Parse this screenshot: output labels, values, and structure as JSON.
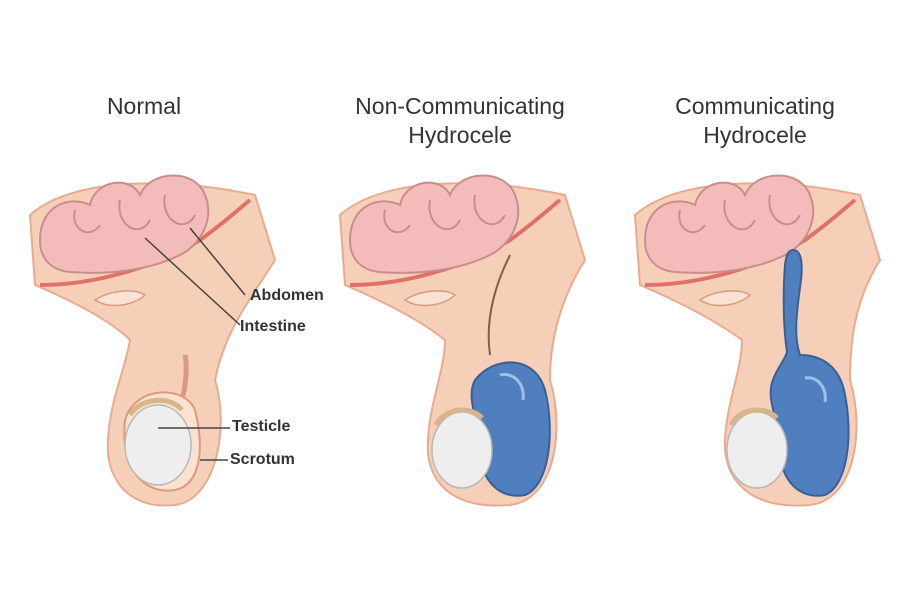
{
  "panels": [
    {
      "id": "normal",
      "title_lines": [
        "Normal"
      ],
      "hydrocele": "none"
    },
    {
      "id": "non-communicating",
      "title_lines": [
        "Non-Communicating",
        "Hydrocele"
      ],
      "hydrocele": "closed"
    },
    {
      "id": "communicating",
      "title_lines": [
        "Communicating",
        "Hydrocele"
      ],
      "hydrocele": "open"
    }
  ],
  "labels": {
    "abdomen": "Abdomen",
    "intestine": "Intestine",
    "testicle": "Testicle",
    "scrotum": "Scrotum"
  },
  "colors": {
    "skin": "#f6cfb8",
    "skin_edge": "#e7ab91",
    "intestine": "#f3bcbb",
    "intestine_edge": "#c98d8c",
    "peritoneum": "#e0706a",
    "fluid": "#4f7fbf",
    "fluid_light": "#9fc0e6",
    "testicle": "#eeeeee"
  }
}
